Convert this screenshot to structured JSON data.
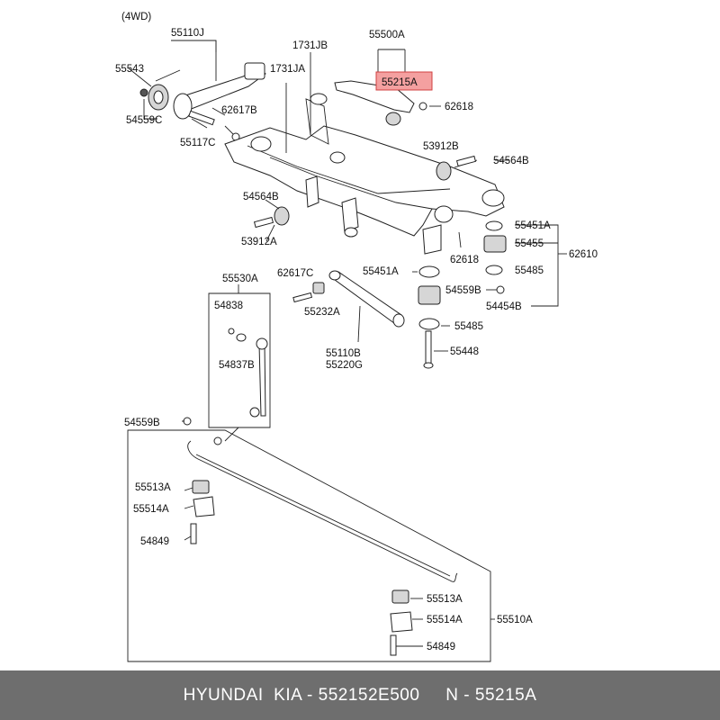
{
  "diagram": {
    "variant": "(4WD)",
    "highlight_color": "#f4a0a0",
    "labels": [
      {
        "id": "55110J",
        "text": "55110J"
      },
      {
        "id": "55543",
        "text": "55543"
      },
      {
        "id": "54559C",
        "text": "54559C"
      },
      {
        "id": "55117C",
        "text": "55117C"
      },
      {
        "id": "62617B",
        "text": "62617B"
      },
      {
        "id": "1731JB",
        "text": "1731JB"
      },
      {
        "id": "1731JA",
        "text": "1731JA"
      },
      {
        "id": "55500A",
        "text": "55500A"
      },
      {
        "id": "55215A",
        "text": "55215A",
        "highlighted": true
      },
      {
        "id": "62618a",
        "text": "62618"
      },
      {
        "id": "53912B",
        "text": "53912B"
      },
      {
        "id": "54564Ba",
        "text": "54564B"
      },
      {
        "id": "54564Bb",
        "text": "54564B"
      },
      {
        "id": "53912A",
        "text": "53912A"
      },
      {
        "id": "55451Aa",
        "text": "55451A"
      },
      {
        "id": "55455",
        "text": "55455"
      },
      {
        "id": "62618b",
        "text": "62618"
      },
      {
        "id": "62610",
        "text": "62610"
      },
      {
        "id": "55451Ab",
        "text": "55451A"
      },
      {
        "id": "55485a",
        "text": "55485"
      },
      {
        "id": "54559B",
        "text": "54559B"
      },
      {
        "id": "54454B",
        "text": "54454B"
      },
      {
        "id": "55485b",
        "text": "55485"
      },
      {
        "id": "55448",
        "text": "55448"
      },
      {
        "id": "55530A",
        "text": "55530A"
      },
      {
        "id": "62617C",
        "text": "62617C"
      },
      {
        "id": "54838",
        "text": "54838"
      },
      {
        "id": "55232A",
        "text": "55232A"
      },
      {
        "id": "54837B",
        "text": "54837B"
      },
      {
        "id": "55110B",
        "text": "55110B"
      },
      {
        "id": "55220G",
        "text": "55220G"
      },
      {
        "id": "54559Bb",
        "text": "54559B"
      },
      {
        "id": "55513Aa",
        "text": "55513A"
      },
      {
        "id": "55514Aa",
        "text": "55514A"
      },
      {
        "id": "54849a",
        "text": "54849"
      },
      {
        "id": "55513Ab",
        "text": "55513A"
      },
      {
        "id": "55514Ab",
        "text": "55514A"
      },
      {
        "id": "55510A",
        "text": "55510A"
      },
      {
        "id": "54849b",
        "text": "54849"
      }
    ]
  },
  "footer": {
    "text": "HYUNDAI  KIA - 552152E500     N - 55215A"
  }
}
